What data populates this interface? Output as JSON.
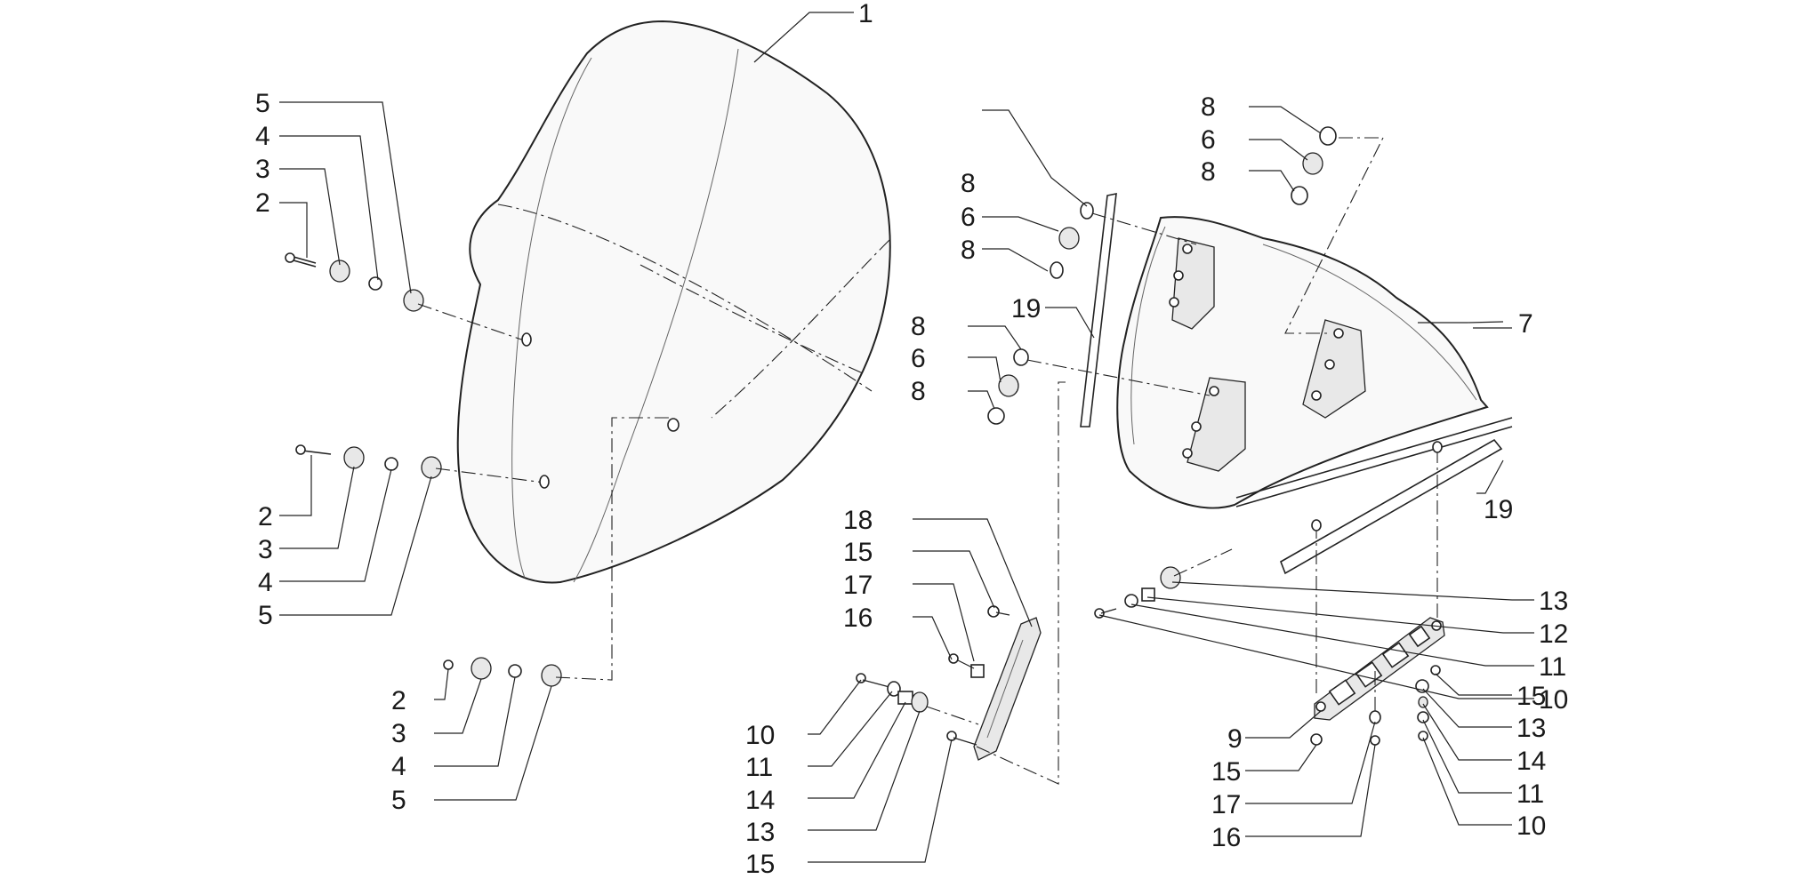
{
  "diagram": {
    "labels": [
      "1",
      "2",
      "3",
      "4",
      "5",
      "6",
      "7",
      "8",
      "9",
      "10",
      "11",
      "12",
      "13",
      "14",
      "15",
      "16",
      "17",
      "18",
      "19"
    ],
    "icons": {
      "windscreen": "windscreen-panel-icon",
      "bracket": "support-bracket-icon",
      "plate": "mounting-plate-icon"
    }
  }
}
